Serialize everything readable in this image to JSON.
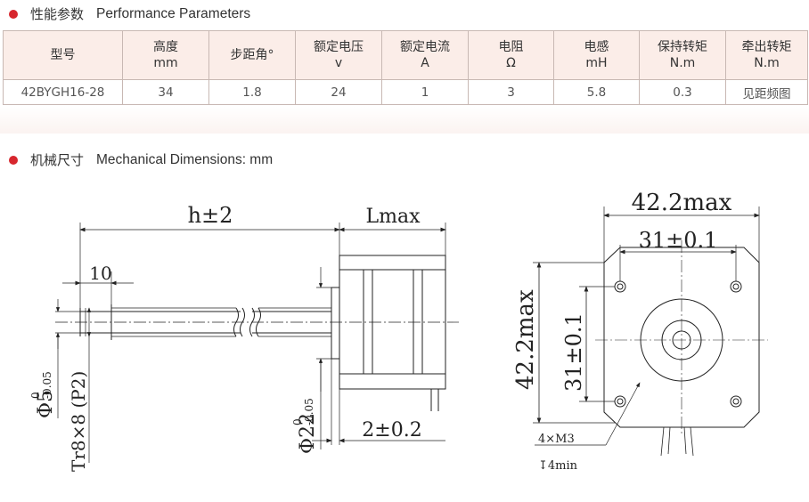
{
  "section1": {
    "title_cn": "性能参数",
    "title_en": "Performance Parameters"
  },
  "table": {
    "headers": [
      {
        "l1": "型号",
        "l2": ""
      },
      {
        "l1": "高度",
        "l2": "mm"
      },
      {
        "l1": "步距角°",
        "l2": ""
      },
      {
        "l1": "额定电压",
        "l2": "v"
      },
      {
        "l1": "额定电流",
        "l2": "A"
      },
      {
        "l1": "电阻",
        "l2": "Ω"
      },
      {
        "l1": "电感",
        "l2": "mH"
      },
      {
        "l1": "保持转矩",
        "l2": "N.m"
      },
      {
        "l1": "牵出转矩",
        "l2": "N.m"
      }
    ],
    "row": [
      "42BYGH16-28",
      "34",
      "1.8",
      "24",
      "1",
      "3",
      "5.8",
      "0.3",
      "见距频图"
    ]
  },
  "section2": {
    "title_cn": "机械尺寸",
    "title_en": "Mechanical Dimensions: mm"
  },
  "drawing": {
    "h_dim": "h±2",
    "lmax": "Lmax",
    "ten": "10",
    "shaft_dia": "Φ5",
    "shaft_tol_upper": "0",
    "shaft_tol_lower": "-0.05",
    "thread": "Tr8×8 (P2)",
    "boss_dia": "Φ22",
    "boss_tol_upper": "0",
    "boss_tol_lower": "-0.05",
    "boss_height": "2±0.2",
    "width_max": "42.2max",
    "hole_pitch": "31±0.1",
    "height_max": "42.2max",
    "hole_pitch_v": "31±0.1",
    "screw": "4×M3",
    "depth": "↧4min"
  }
}
